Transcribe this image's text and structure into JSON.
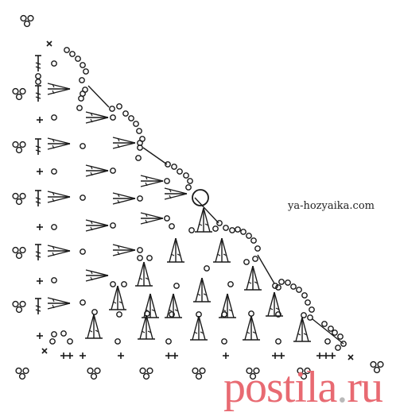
{
  "watermarks": {
    "site": "ya-hozyaika.com",
    "brand_main": "postila",
    "brand_dot": ".",
    "brand_tld": "ru"
  },
  "colors": {
    "ink": "#1a1a1a",
    "background": "#ffffff",
    "brand": "#e86a72",
    "brand_dot": "#b9b9b9",
    "site_text": "#222222"
  },
  "symbols": {
    "chain": "chain-oval-icon",
    "big_ring": "magic-ring-icon",
    "slip_stitch": "slip-stitch-x-icon",
    "single_crochet": "single-crochet-plus-icon",
    "double_crochet": "double-crochet-t-icon",
    "picot": "picot-trefoil-icon"
  }
}
